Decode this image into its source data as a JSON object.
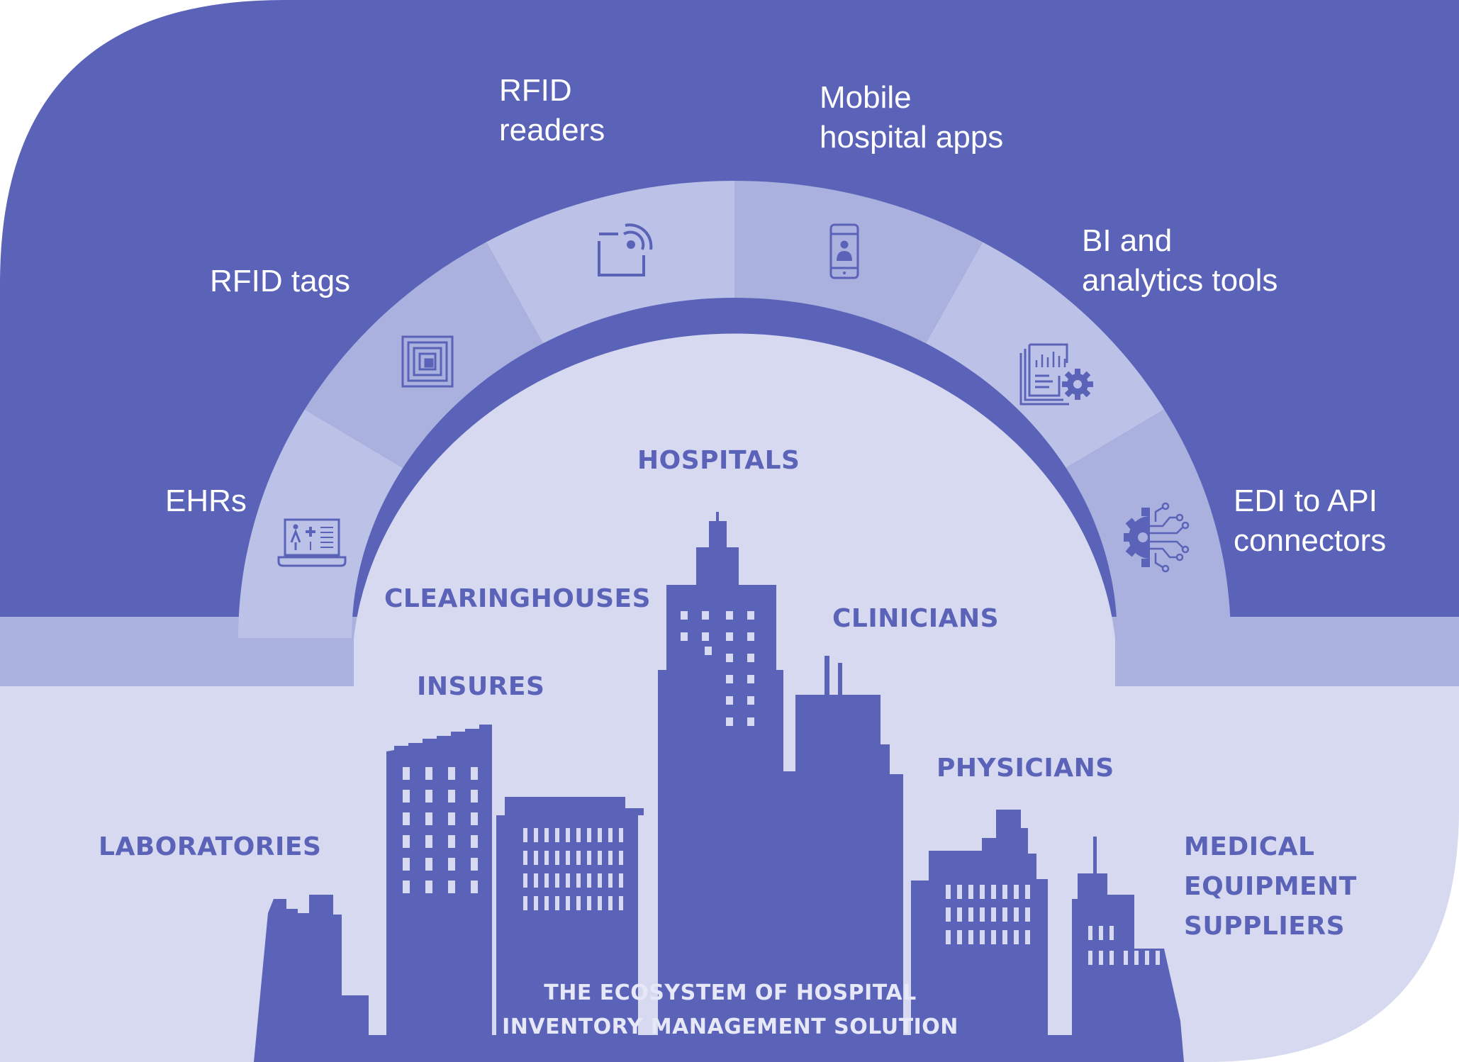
{
  "colors": {
    "dark": "#5a63b8",
    "band": "#aab1de",
    "band_alt": "#bcc2e7",
    "light": "#d6d9f0",
    "icon": "#5a63b8",
    "text_light": "#ffffff",
    "caption": "#e6e8f7"
  },
  "technologies": [
    {
      "name": "EHRs",
      "lines": [
        "EHRs"
      ],
      "icon": "ehr-laptop-icon"
    },
    {
      "name": "RFID tags",
      "lines": [
        "RFID tags"
      ],
      "icon": "rfid-tag-icon"
    },
    {
      "name": "RFID readers",
      "lines": [
        "RFID",
        "readers"
      ],
      "icon": "rfid-reader-icon"
    },
    {
      "name": "Mobile hospital apps",
      "lines": [
        "Mobile",
        "hospital apps"
      ],
      "icon": "mobile-app-icon"
    },
    {
      "name": "BI and analytics tools",
      "lines": [
        "BI and",
        "analytics tools"
      ],
      "icon": "analytics-report-icon"
    },
    {
      "name": "EDI to API connectors",
      "lines": [
        "EDI to API",
        "connectors"
      ],
      "icon": "gear-circuit-icon"
    }
  ],
  "participants": {
    "hospitals": "HOSPITALS",
    "clearinghouses": "CLEARINGHOUSES",
    "clinicians": "CLINICIANS",
    "insures": "INSURES",
    "physicians": "PHYSICIANS",
    "laboratories": "LABORATORIES",
    "medical_equipment_suppliers": [
      "MEDICAL",
      "EQUIPMENT",
      "SUPPLIERS"
    ]
  },
  "caption": [
    "THE ECOSYSTEM OF HOSPITAL",
    "INVENTORY MANAGEMENT SOLUTION"
  ]
}
